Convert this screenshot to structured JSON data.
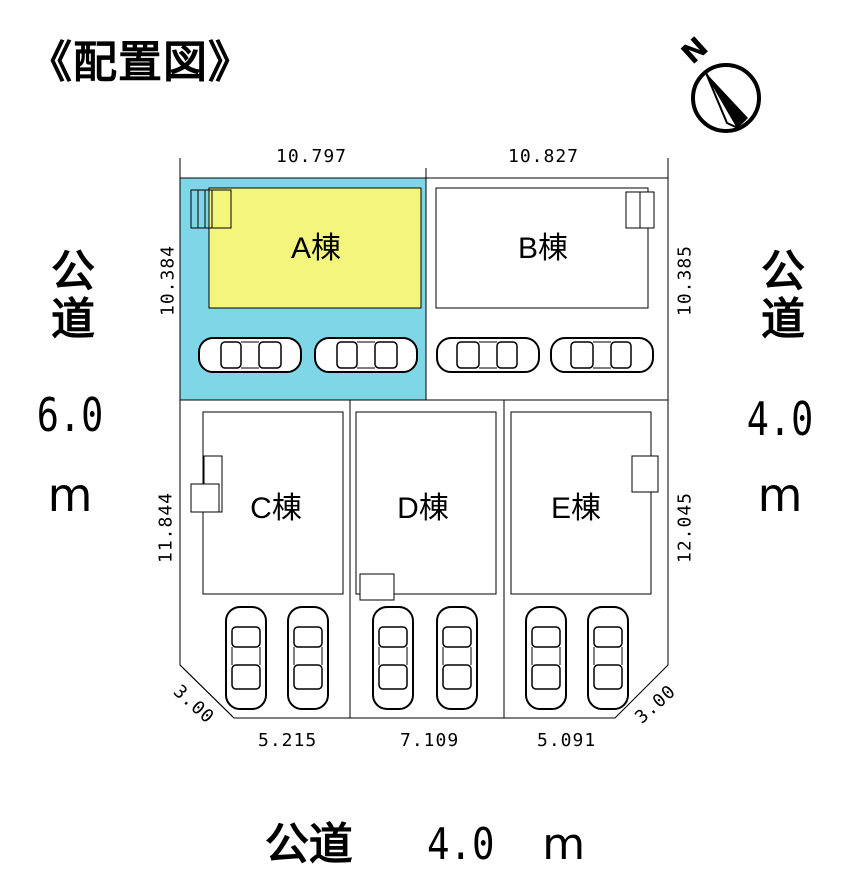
{
  "title": "《配置図》",
  "compass": {
    "label": "N",
    "icon": "north-arrow-icon"
  },
  "roads": {
    "left": {
      "name": "公道",
      "width": "6.0",
      "unit": "m"
    },
    "right": {
      "name": "公道",
      "width": "4.0",
      "unit": "m"
    },
    "bottom": {
      "name": "公道",
      "width": "4.0",
      "unit": "m"
    }
  },
  "dimensions": {
    "top_left": "10.797",
    "top_right": "10.827",
    "left_upper": "10.384",
    "right_upper": "10.385",
    "left_lower": "11.844",
    "right_lower": "12.045",
    "bottom_c": "5.215",
    "bottom_d": "7.109",
    "bottom_e": "5.091",
    "corner_left": "3.00",
    "corner_right": "3.00"
  },
  "lots": [
    {
      "id": "A",
      "label": "A棟",
      "highlight": true,
      "lot_color": "#7fd6e6",
      "house_color": "#f3f57c"
    },
    {
      "id": "B",
      "label": "B棟",
      "highlight": false
    },
    {
      "id": "C",
      "label": "C棟",
      "highlight": false
    },
    {
      "id": "D",
      "label": "D棟",
      "highlight": false
    },
    {
      "id": "E",
      "label": "E棟",
      "highlight": false
    }
  ],
  "icons": {
    "car": "car-icon"
  }
}
